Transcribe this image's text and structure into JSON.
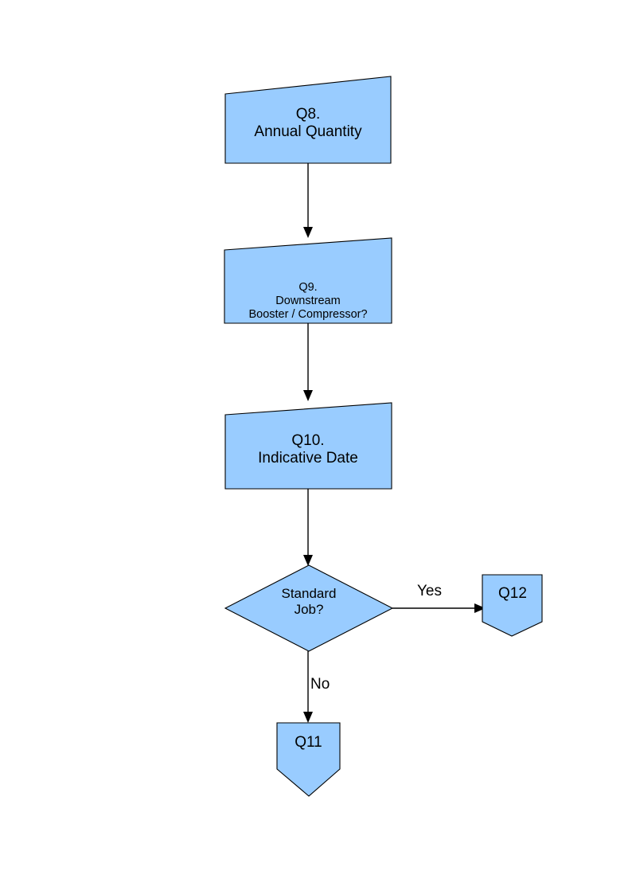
{
  "diagram": {
    "type": "flowchart",
    "title": "",
    "background_color": "#ffffff",
    "node_fill_color": "#99ccff",
    "node_stroke_color": "#000000",
    "text_color": "#000000",
    "nodes": [
      {
        "id": "q8",
        "shape": "skewed-rectangle",
        "label": "Q8.\nAnnual Quantity",
        "line1": "Q8.",
        "line2": "Annual Quantity"
      },
      {
        "id": "q9",
        "shape": "skewed-rectangle",
        "label": "Q9.\nDownstream\nBooster / Compressor?",
        "line1": "Q9.",
        "line2": "Downstream",
        "line3": "Booster / Compressor?"
      },
      {
        "id": "q10",
        "shape": "skewed-rectangle",
        "label": "Q10.\nIndicative Date",
        "line1": "Q10.",
        "line2": "Indicative Date"
      },
      {
        "id": "decision",
        "shape": "diamond",
        "label": "Standard\nJob?",
        "line1": "Standard",
        "line2": "Job?"
      },
      {
        "id": "q12",
        "shape": "shield-pentagon",
        "label": "Q12"
      },
      {
        "id": "q11",
        "shape": "shield-pentagon",
        "label": "Q11"
      }
    ],
    "edges": [
      {
        "id": "e1",
        "from": "q8",
        "to": "q9",
        "label": ""
      },
      {
        "id": "e2",
        "from": "q9",
        "to": "q10",
        "label": ""
      },
      {
        "id": "e3",
        "from": "q10",
        "to": "decision",
        "label": ""
      },
      {
        "id": "e4",
        "from": "decision",
        "to": "q12",
        "label": "Yes"
      },
      {
        "id": "e5",
        "from": "decision",
        "to": "q11",
        "label": "No"
      }
    ]
  }
}
